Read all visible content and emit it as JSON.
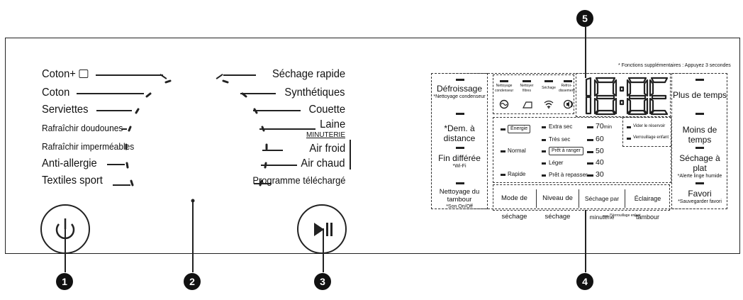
{
  "programs_left": [
    "Coton+",
    "Coton",
    "Serviettes",
    "Rafraîchir doudounes",
    "Rafraîchir imperméables",
    "Anti-allergie",
    "Textiles sport"
  ],
  "programs_right": [
    "Séchage rapide",
    "Synthétiques",
    "Couette",
    "Laine",
    "Air froid",
    "Air chaud",
    "Programme téléchargé"
  ],
  "minuterie": "MINUTERIE",
  "note": "* Fonctions supplémentaires : Appuyez 3 secondes",
  "left_buttons": [
    {
      "label": "Défroissage",
      "sub": "*Nettoyage condenseur"
    },
    {
      "label": "*Dem. à distance",
      "sub": ""
    },
    {
      "label": "Fin différée",
      "sub": "*Wi-Fi"
    },
    {
      "label": "Nettoyage du tambour",
      "sub": "*Son On/Off"
    }
  ],
  "right_buttons": [
    {
      "label": "Plus de temps",
      "sub": ""
    },
    {
      "label": "Moins de temps",
      "sub": ""
    },
    {
      "label": "Séchage à plat",
      "sub": "*Alerte linge humide"
    },
    {
      "label": "Favori",
      "sub": "*Sauvegarder favori"
    }
  ],
  "status_icons": [
    {
      "label": "Nettoyage condenseur",
      "icon": "condenser-icon"
    },
    {
      "label": "Nettoyer filtres",
      "icon": "filter-icon"
    },
    {
      "label": "Séchage",
      "icon": "wifi-icon"
    },
    {
      "label": "Refroi-dissement",
      "icon": "sound-icon"
    }
  ],
  "display_digits": "18:88",
  "indicators": {
    "energie": "Énergie",
    "normal": "Normal",
    "rapide": "Rapide",
    "extra_sec": "Extra sec",
    "tres_sec": "Très sec",
    "pret_a_ranger": "Prêt à ranger",
    "leger": "Léger",
    "pret_a_repasser": "Prêt à repasser",
    "t70": "70",
    "min": "min",
    "t60": "60",
    "t50": "50",
    "t40": "40",
    "t30": "30",
    "vider": "Vider le réservoir",
    "verrouillage": "Verrouillage enfant"
  },
  "bottom_buttons": [
    "Mode de séchage",
    "Niveau de séchage",
    "Séchage par minuterie",
    "Éclairage tambour"
  ],
  "bottom_note": "*Verrouillage enfant",
  "callouts": [
    "1",
    "2",
    "3",
    "4",
    "5"
  ]
}
